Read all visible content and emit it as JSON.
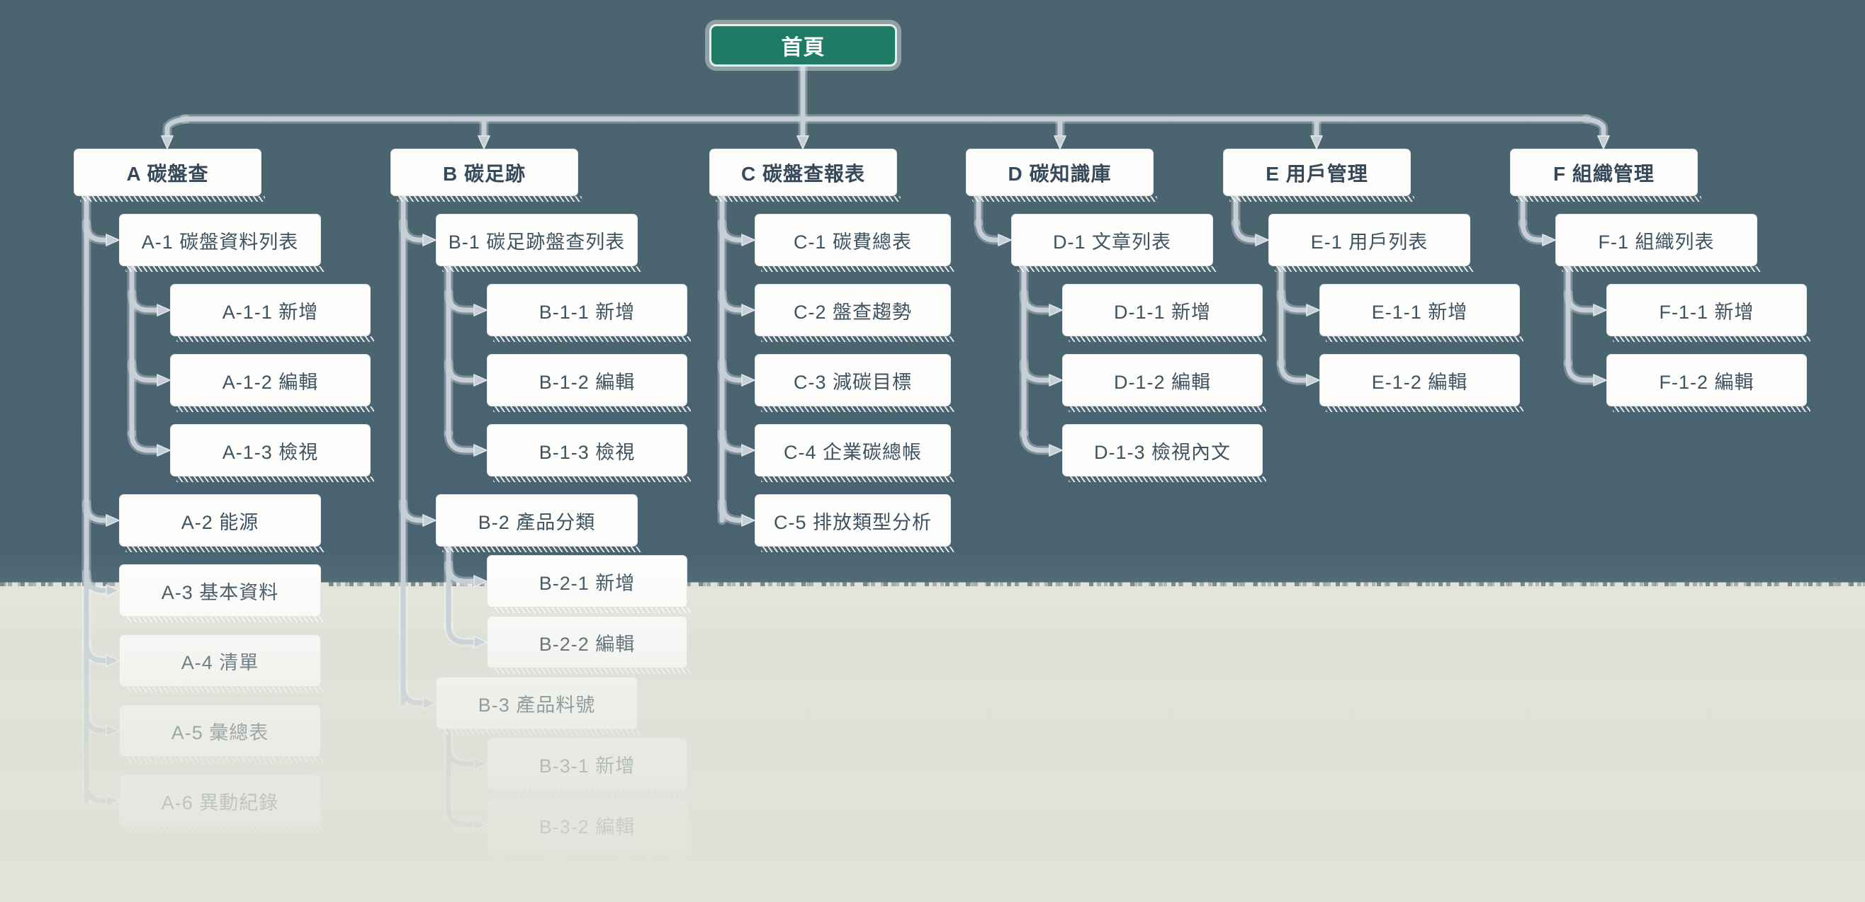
{
  "root": {
    "label": "首頁"
  },
  "columns": [
    {
      "id": "A",
      "label": "A 碳盤查",
      "children": [
        {
          "label": "A-1 碳盤資料列表",
          "children": [
            {
              "label": "A-1-1 新增"
            },
            {
              "label": "A-1-2 編輯"
            },
            {
              "label": "A-1-3 檢視"
            }
          ]
        },
        {
          "label": "A-2 能源"
        },
        {
          "label": "A-3 基本資料"
        },
        {
          "label": "A-4 清單"
        },
        {
          "label": "A-5 彙總表"
        },
        {
          "label": "A-6 異動紀錄"
        }
      ]
    },
    {
      "id": "B",
      "label": "B 碳足跡",
      "children": [
        {
          "label": "B-1 碳足跡盤查列表",
          "children": [
            {
              "label": "B-1-1 新增"
            },
            {
              "label": "B-1-2 編輯"
            },
            {
              "label": "B-1-3 檢視"
            }
          ]
        },
        {
          "label": "B-2 產品分類",
          "children": [
            {
              "label": "B-2-1 新增"
            },
            {
              "label": "B-2-2 編輯"
            }
          ]
        },
        {
          "label": "B-3 產品料號",
          "children": [
            {
              "label": "B-3-1 新增"
            },
            {
              "label": "B-3-2 編輯"
            }
          ]
        }
      ]
    },
    {
      "id": "C",
      "label": "C 碳盤查報表",
      "children": [
        {
          "label": "C-1 碳費總表"
        },
        {
          "label": "C-2 盤查趨勢"
        },
        {
          "label": "C-3 減碳目標"
        },
        {
          "label": "C-4 企業碳總帳"
        },
        {
          "label": "C-5 排放類型分析"
        }
      ]
    },
    {
      "id": "D",
      "label": "D 碳知識庫",
      "children": [
        {
          "label": "D-1 文章列表",
          "children": [
            {
              "label": "D-1-1 新增"
            },
            {
              "label": "D-1-2 編輯"
            },
            {
              "label": "D-1-3 檢視內文"
            }
          ]
        }
      ]
    },
    {
      "id": "E",
      "label": "E 用戶管理",
      "children": [
        {
          "label": "E-1 用戶列表",
          "children": [
            {
              "label": "E-1-1 新增"
            },
            {
              "label": "E-1-2 編輯"
            }
          ]
        }
      ]
    },
    {
      "id": "F",
      "label": "F 組織管理",
      "children": [
        {
          "label": "F-1 組織列表",
          "children": [
            {
              "label": "F-1-1 新增"
            },
            {
              "label": "F-1-2 編輯"
            }
          ]
        }
      ]
    }
  ],
  "colors": {
    "root_fill": "#1f7b65",
    "node_fill": "#fdfdfc",
    "node_text": "#3e5260",
    "connector": "#c6cfd6",
    "background_top": "#4b6470",
    "background_bottom": "#e0e2d9"
  }
}
